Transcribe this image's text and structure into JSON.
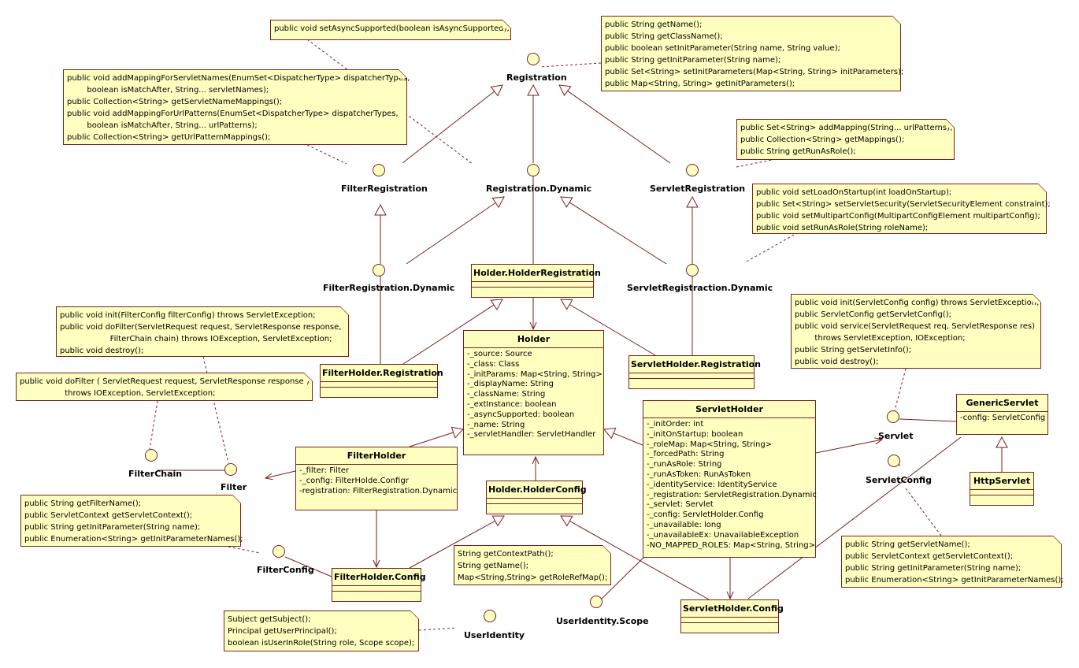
{
  "notes": {
    "async": [
      "public void setAsyncSupported(boolean isAsyncSupported);"
    ],
    "registration": [
      "public String getName();",
      "public String getClassName();",
      "public boolean setInitParameter(String name, String value);",
      "public String getInitParameter(String name);",
      "public Set<String> setInitParameters(Map<String, String> initParameters);",
      "public Map<String, String> getInitParameters();"
    ],
    "filter_registration": [
      "public void addMappingForServletNames(EnumSet<DispatcherType> dispatcherTypes,",
      "        boolean isMatchAfter, String... servletNames);",
      "public Collection<String> getServletNameMappings();",
      "public void addMappingForUrlPatterns(EnumSet<DispatcherType> dispatcherTypes,",
      "        boolean isMatchAfter, String... urlPatterns);",
      "public Collection<String> getUrlPatternMappings();"
    ],
    "servlet_registration": [
      "public Set<String> addMapping(String... urlPatterns);",
      "public Collection<String> getMappings();",
      "public String getRunAsRole();"
    ],
    "servlet_registration_dynamic": [
      "public void setLoadOnStartup(int loadOnStartup);",
      "public Set<String> setServletSecurity(ServletSecurityElement constraint);",
      "public void setMultipartConfig(MultipartConfigElement multipartConfig);",
      "public void setRunAsRole(String roleName);"
    ],
    "filter": [
      "public void init(FilterConfig filterConfig) throws ServletException;",
      "public void doFilter(ServletRequest request, ServletResponse response,",
      "                    FilterChain chain) throws IOException, ServletException;",
      "public void destroy();"
    ],
    "filter_chain": [
      "public void doFilter ( ServletRequest request, ServletResponse response )",
      "                  throws IOException, ServletException;"
    ],
    "servlet": [
      "public void init(ServletConfig config) throws ServletException;",
      "public ServletConfig getServletConfig();",
      "public void service(ServletRequest req, ServletResponse res)",
      "        throws ServletException, IOException;",
      "public String getServletInfo();",
      "public void destroy();"
    ],
    "filter_config": [
      "public String getFilterName();",
      "public ServletContext getServletContext();",
      "public String getInitParameter(String name);",
      "public Enumeration<String> getInitParameterNames();"
    ],
    "holder_config": [
      "String getContextPath();",
      "String getName();",
      "Map<String,String> getRoleRefMap();"
    ],
    "servlet_config": [
      "public String getServletName();",
      "public ServletContext getServletContext();",
      "public String getInitParameter(String name);",
      "public Enumeration<String> getInitParameterNames();"
    ],
    "user_identity": [
      "Subject getSubject();",
      "Principal getUserPrincipal();",
      "boolean isUserInRole(String role, Scope scope);"
    ]
  },
  "classes": {
    "holder_registration": {
      "name": "Holder.HolderRegistration",
      "attrs": []
    },
    "holder": {
      "name": "Holder",
      "attrs": [
        "-_source: Source",
        "-_class: Class",
        "-_initParams: Map<String, String>",
        "-_displayName: String",
        "-_className: String",
        "-_extInstance: boolean",
        "-_asyncSupported: boolean",
        "-_name: String",
        "-_servletHandler: ServletHandler"
      ]
    },
    "filter_holder_registration": {
      "name": "FilterHolder.Registration",
      "attrs": []
    },
    "servlet_holder_registration": {
      "name": "ServletHolder.Registration",
      "attrs": []
    },
    "servlet_holder": {
      "name": "ServletHolder",
      "attrs": [
        "-_initOrder: int",
        "-_initOnStartup: boolean",
        "-_roleMap: Map<String, String>",
        "-_forcedPath: String",
        "-_runAsRole: String",
        "-_runAsToken: RunAsToken",
        "-_identityService: IdentityService",
        "-_registration: ServletRegistration.Dynamic",
        "-_servlet: Servlet",
        "-_config: ServletHolder.Config",
        "-_unavailable: long",
        "-_unavailableEx: UnavailableException",
        "-NO_MAPPED_ROLES: Map<String, String>"
      ]
    },
    "filter_holder": {
      "name": "FilterHolder",
      "attrs": [
        "-_filter: Filter",
        "-_config: FilterHolde.Configr",
        "-registration: FilterRegistration.Dynamic"
      ]
    },
    "holder_config": {
      "name": "Holder.HolderConfig",
      "attrs": []
    },
    "filter_holder_config": {
      "name": "FilterHolder.Config",
      "attrs": []
    },
    "servlet_holder_config": {
      "name": "ServletHolder.Config",
      "attrs": []
    },
    "generic_servlet": {
      "name": "GenericServlet",
      "attrs": [
        "-config: ServletConfig"
      ]
    },
    "http_servlet": {
      "name": "HttpServlet",
      "attrs": []
    }
  },
  "interfaces": {
    "registration": "Registration",
    "filter_registration": "FilterRegistration",
    "registration_dynamic": "Registration.Dynamic",
    "servlet_registration": "ServletRegistration",
    "filter_registration_dynamic": "FilterRegistration.Dynamic",
    "servlet_registration_dynamic": "ServletRegistraction.Dynamic",
    "filter_chain": "FilterChain",
    "filter": "Filter",
    "filter_config": "FilterConfig",
    "servlet": "Servlet",
    "servlet_config": "ServletConfig",
    "user_identity": "UserIdentity",
    "user_identity_scope": "UserIdentity.Scope"
  },
  "colors": {
    "fill": "#ffffc0",
    "line": "#7a1f1f"
  }
}
